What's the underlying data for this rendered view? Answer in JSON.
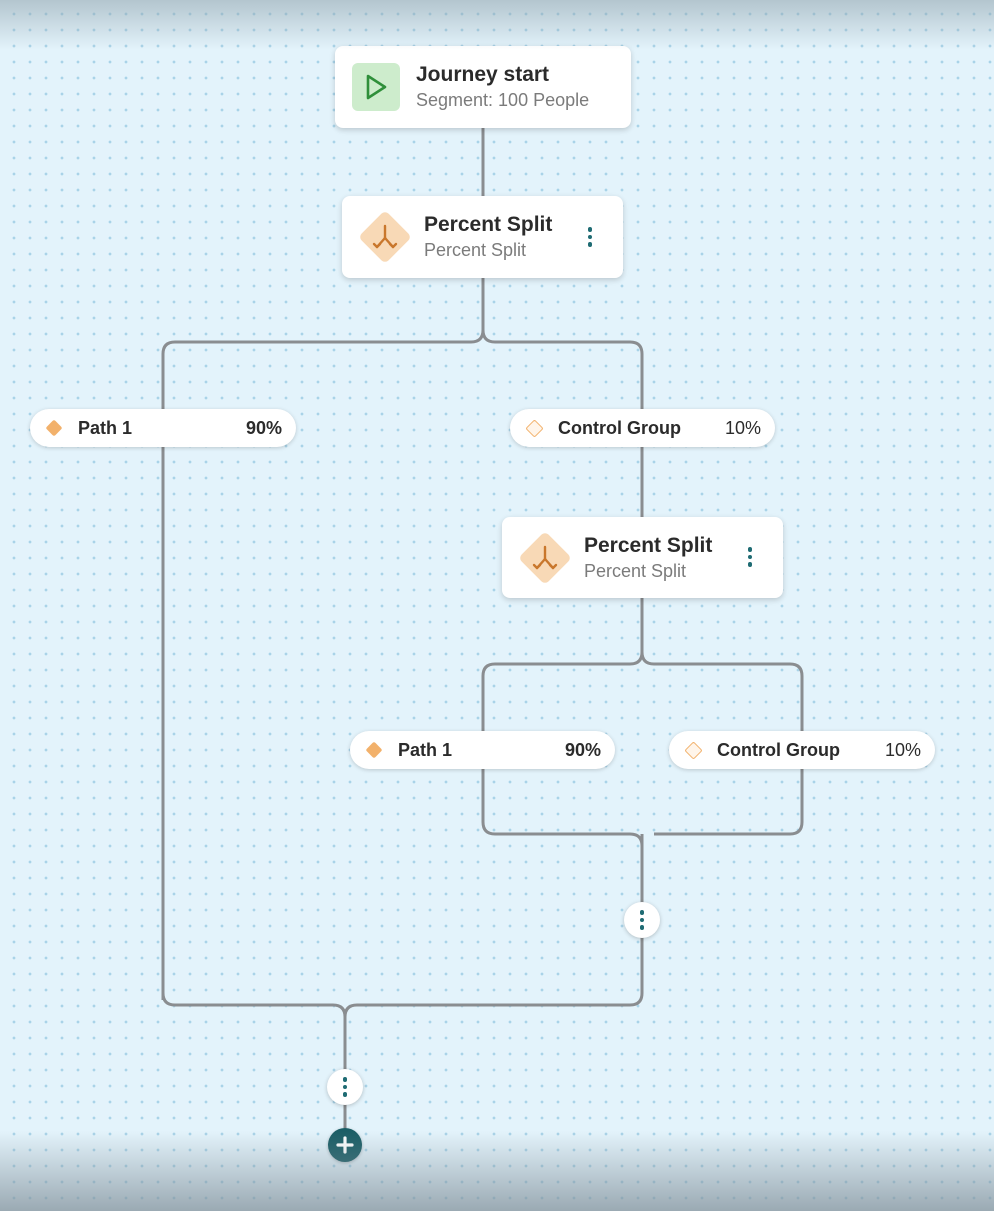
{
  "journey_start": {
    "title": "Journey start",
    "subtitle": "Segment: 100 People",
    "icon": "play-icon"
  },
  "split_1": {
    "title": "Percent Split",
    "subtitle": "Percent Split",
    "icon": "split-arrow-icon"
  },
  "split_2": {
    "title": "Percent Split",
    "subtitle": "Percent Split",
    "icon": "split-arrow-icon"
  },
  "paths": {
    "split_1_path_1": {
      "label": "Path 1",
      "percent": "90%"
    },
    "split_1_control": {
      "label": "Control Group",
      "percent": "10%"
    },
    "split_2_path_1": {
      "label": "Path 1",
      "percent": "90%"
    },
    "split_2_control": {
      "label": "Control Group",
      "percent": "10%"
    }
  },
  "colors": {
    "canvas_background": "#e3f3fb",
    "connector": "#8a8d90",
    "accent_teal": "#1b5e66",
    "split_orange": "#f2b16b",
    "start_green": "#cdeccc"
  }
}
